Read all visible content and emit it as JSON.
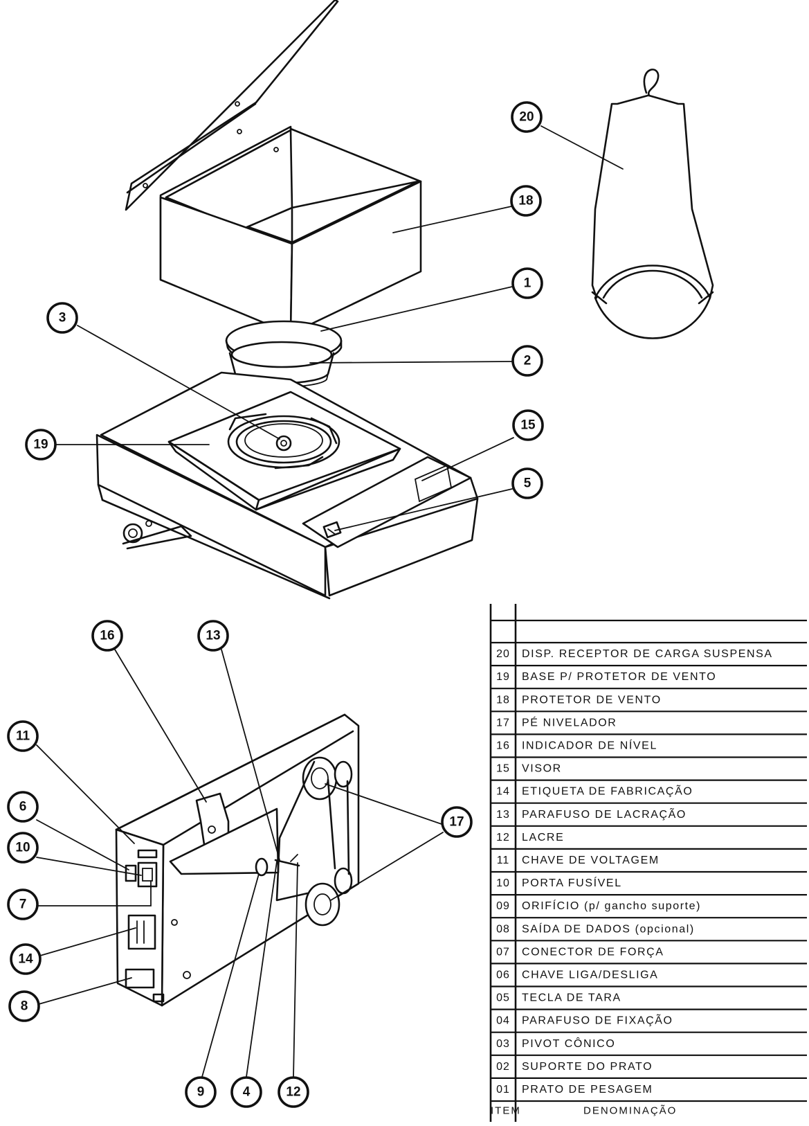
{
  "callouts": [
    "20",
    "18",
    "1",
    "3",
    "2",
    "19",
    "15",
    "5",
    "16",
    "13",
    "11",
    "6",
    "10",
    "7",
    "14",
    "8",
    "9",
    "4",
    "12",
    "17"
  ],
  "parts_table": {
    "header_item": "ITEM",
    "header_name": "DENOMINAÇÃO",
    "rows": [
      {
        "num": "20",
        "name": "DISP. RECEPTOR DE CARGA SUSPENSA"
      },
      {
        "num": "19",
        "name": "BASE P/ PROTETOR DE VENTO"
      },
      {
        "num": "18",
        "name": "PROTETOR DE VENTO"
      },
      {
        "num": "17",
        "name": "PÉ NIVELADOR"
      },
      {
        "num": "16",
        "name": "INDICADOR DE NÍVEL"
      },
      {
        "num": "15",
        "name": "VISOR"
      },
      {
        "num": "14",
        "name": "ETIQUETA DE FABRICAÇÃO"
      },
      {
        "num": "13",
        "name": "PARAFUSO DE LACRAÇÃO"
      },
      {
        "num": "12",
        "name": "LACRE"
      },
      {
        "num": "11",
        "name": "CHAVE DE VOLTAGEM"
      },
      {
        "num": "10",
        "name": "PORTA FUSÍVEL"
      },
      {
        "num": "09",
        "name": "ORIFÍCIO (p/ gancho suporte)"
      },
      {
        "num": "08",
        "name": "SAÍDA DE DADOS (opcional)"
      },
      {
        "num": "07",
        "name": "CONECTOR DE FORÇA"
      },
      {
        "num": "06",
        "name": "CHAVE LIGA/DESLIGA"
      },
      {
        "num": "05",
        "name": "TECLA DE TARA"
      },
      {
        "num": "04",
        "name": "PARAFUSO DE FIXAÇÃO"
      },
      {
        "num": "03",
        "name": "PIVOT CÔNICO"
      },
      {
        "num": "02",
        "name": "SUPORTE DO PRATO"
      },
      {
        "num": "01",
        "name": "PRATO DE PESAGEM"
      }
    ]
  }
}
